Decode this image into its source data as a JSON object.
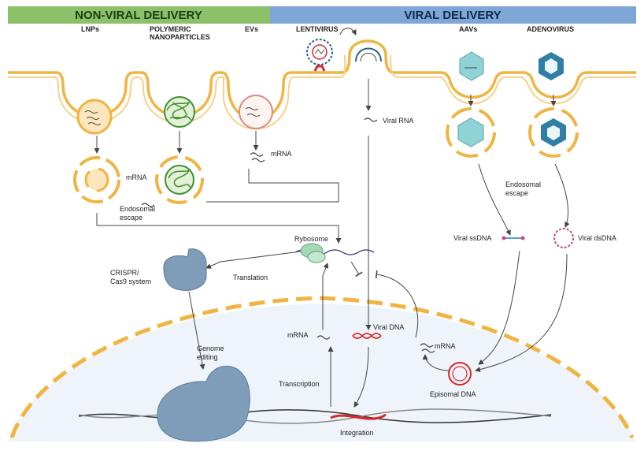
{
  "headers": {
    "non_viral": "NON-VIRAL DELIVERY",
    "viral": "VIRAL DELIVERY"
  },
  "carriers": {
    "lnps": "LNPs",
    "polymeric_line1": "POLYMERIC",
    "polymeric_line2": "NANOPARTICLES",
    "evs": "EVs",
    "lentivirus": "LENTIVIRUS",
    "aavs": "AAVs",
    "adenovirus": "ADENOVIRUS"
  },
  "labels": {
    "mrna_lnp": "mRNA",
    "endosomal_escape_left_1": "Endosomal",
    "endosomal_escape_left_2": "escape",
    "mrna_ev": "mRNA",
    "viral_rna": "Viral RNA",
    "endosomal_escape_right_1": "Endosomal",
    "endosomal_escape_right_2": "escape",
    "viral_ssdna": "Viral ssDNA",
    "viral_dsdna": "Viral dsDNA",
    "rybosome": "Rybosome",
    "translation": "Translation",
    "crispr_1": "CRISPR/",
    "crispr_2": "Cas9 system",
    "genome_1": "Genome",
    "genome_2": "editing",
    "mrna_nucleus": "mRNA",
    "viral_dna": "Viral DNA",
    "mrna_right": "mRNA",
    "transcription": "Transcription",
    "episomal_dna": "Episomal DNA",
    "integration": "Integration"
  },
  "colors": {
    "non_viral_header": "#8cc16a",
    "viral_header": "#7ea7d8",
    "membrane": "#f0b443",
    "nucleus_fill": "#eef4f9",
    "polymer_green": "#3f8f2f",
    "aav_teal": "#8fd3d6",
    "adeno_blue": "#2f7fa5",
    "cas9_blue": "#7f9cb8",
    "dna_red": "#d9262b",
    "ribosome_green": "#a6d8b6"
  }
}
